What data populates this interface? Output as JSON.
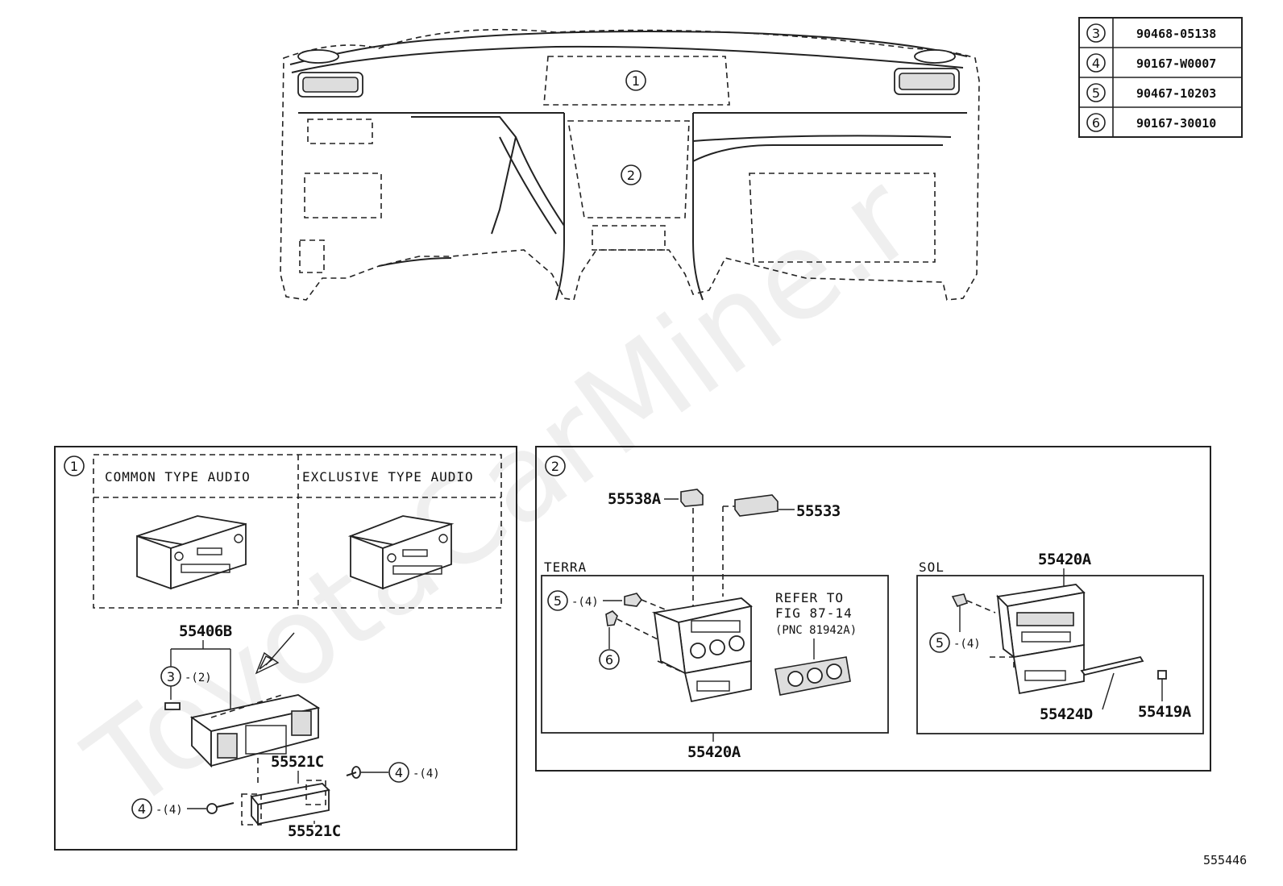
{
  "watermark": "ToyotaCarMine.r",
  "diagram_id": "555446",
  "parts_table": [
    {
      "ref": "3",
      "part": "90468-05138"
    },
    {
      "ref": "4",
      "part": "90167-W0007"
    },
    {
      "ref": "5",
      "part": "90467-10203"
    },
    {
      "ref": "6",
      "part": "90167-30010"
    }
  ],
  "dash_callouts": {
    "one": "1",
    "two": "2"
  },
  "panel1": {
    "index": "1",
    "col_common": "COMMON TYPE AUDIO",
    "col_exclusive": "EXCLUSIVE TYPE AUDIO",
    "part_55406B": "55406B",
    "ref3": "3",
    "qty2": "-(2)",
    "part_55521C_top": "55521C",
    "part_55521C_bottom": "55521C",
    "ref4_right": "4",
    "qty4_right": "-(4)",
    "ref4_left": "4",
    "qty4_left": "-(4)"
  },
  "panel2": {
    "index": "2",
    "part_55538A": "55538A",
    "part_55533": "55533",
    "terra_label": "TERRA",
    "sol_label": "SOL",
    "ref5_terra": "5",
    "qty4_terra": "-(4)",
    "ref6": "6",
    "refer_line1": "REFER TO",
    "refer_line2": "FIG 87-14",
    "refer_line3": "(PNC 81942A)",
    "part_55420A_terra": "55420A",
    "part_55420A_sol": "55420A",
    "ref5_sol": "5",
    "qty4_sol": "-(4)",
    "part_55424D": "55424D",
    "part_55419A": "55419A"
  }
}
